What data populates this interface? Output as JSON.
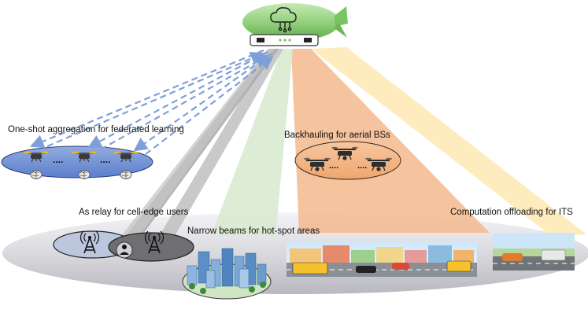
{
  "labels": {
    "federated": "One-shot aggregation for federated learning",
    "backhaul": "Backhauling for aerial BSs",
    "relay": "As relay for cell-edge users",
    "hotspot": "Narrow beams for hot-spot areas",
    "computation": "Computation offloading for ITS"
  },
  "ellipsis": "....",
  "colors": {
    "ground": "#d9d9de",
    "federated_zone": "#6f8fd6",
    "backhaul_zone": "#f3b07c",
    "beam_gray": "#bfbfbf",
    "beam_green": "#d8ead0",
    "beam_orange": "#f4b88e",
    "beam_yellow": "#fde6a8",
    "dashed_link": "#7f9fd8",
    "airship": "#8fce78"
  },
  "icons": [
    "airship-icon",
    "cloud-network-icon",
    "drone-icon",
    "brain-icon",
    "cell-tower-icon",
    "user-icon",
    "city-icon",
    "street-scene-icon",
    "highway-scene-icon"
  ]
}
